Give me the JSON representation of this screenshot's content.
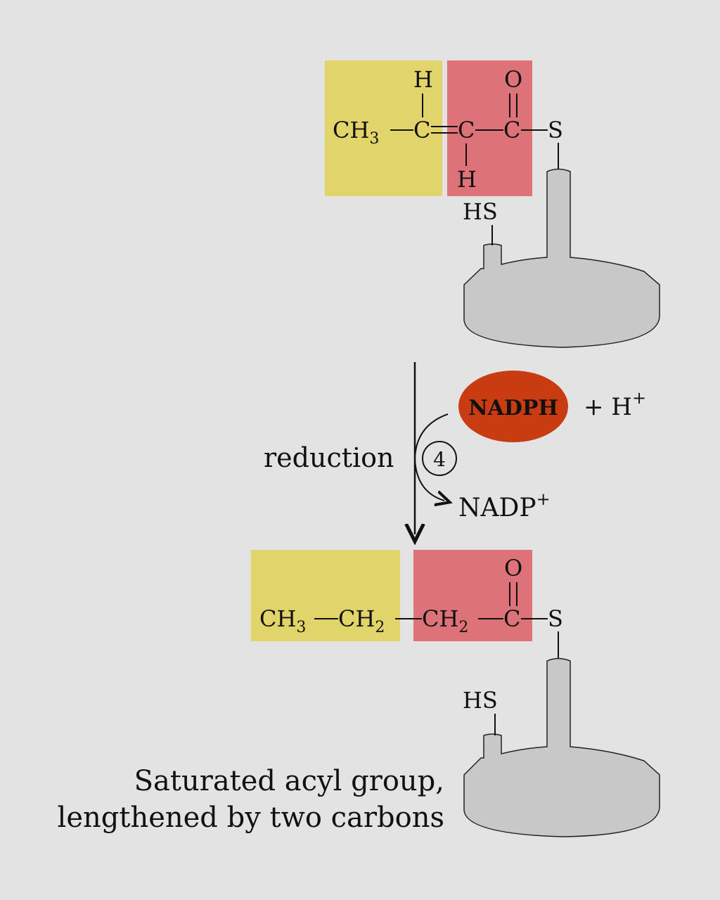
{
  "colors": {
    "background": "#e3e3e3",
    "yellow_box": "#e1d46a",
    "red_box": "#dd7378",
    "enzyme": "#c8c8c8",
    "nadph": "#c93c12"
  },
  "reactant": {
    "ch3": "CH",
    "ch3_sub": "3",
    "c1": "C",
    "c2": "C",
    "c3": "C",
    "s": "S",
    "h_top": "H",
    "h_bottom": "H",
    "o": "O",
    "hs": "HS"
  },
  "reaction": {
    "label": "reduction",
    "step": "4",
    "cofactor_in": "NADPH",
    "h_plus": "+ H",
    "h_plus_sup": "+",
    "cofactor_out": "NADP",
    "cofactor_out_sup": "+"
  },
  "product": {
    "ch3": "CH",
    "ch3_sub": "3",
    "ch2_a": "CH",
    "ch2_a_sub": "2",
    "ch2_b": "CH",
    "ch2_b_sub": "2",
    "c": "C",
    "s": "S",
    "o": "O",
    "hs": "HS"
  },
  "caption": {
    "line1": "Saturated acyl group,",
    "line2": "lengthened by two carbons"
  }
}
